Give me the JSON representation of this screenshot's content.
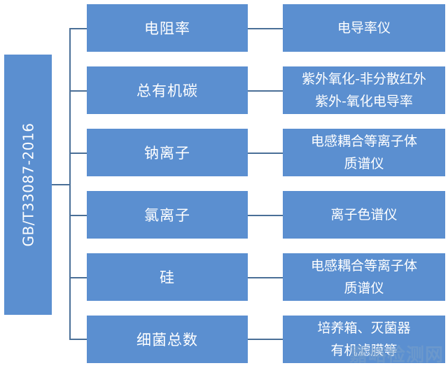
{
  "root": {
    "label": "GB/T33087-2016"
  },
  "rows": [
    {
      "parameter": "电阻率",
      "method_lines": [
        "电导率仪"
      ]
    },
    {
      "parameter": "总有机碳",
      "method_lines": [
        "紫外氧化-非分散红外",
        "紫外-氧化电导率"
      ]
    },
    {
      "parameter": "钠离子",
      "method_lines": [
        "电感耦合等离子体",
        "质谱仪"
      ]
    },
    {
      "parameter": "氯离子",
      "method_lines": [
        "离子色谱仪"
      ]
    },
    {
      "parameter": "硅",
      "method_lines": [
        "电感耦合等离子体",
        "质谱仪"
      ]
    },
    {
      "parameter": "细菌总数",
      "method_lines": [
        "培养箱、灭菌器",
        "有机滤膜等"
      ]
    }
  ],
  "watermark": "嘉峪检测网",
  "colors": {
    "box": "#5b8fd0",
    "connector": "#4a6f97",
    "text": "#ffffff"
  }
}
